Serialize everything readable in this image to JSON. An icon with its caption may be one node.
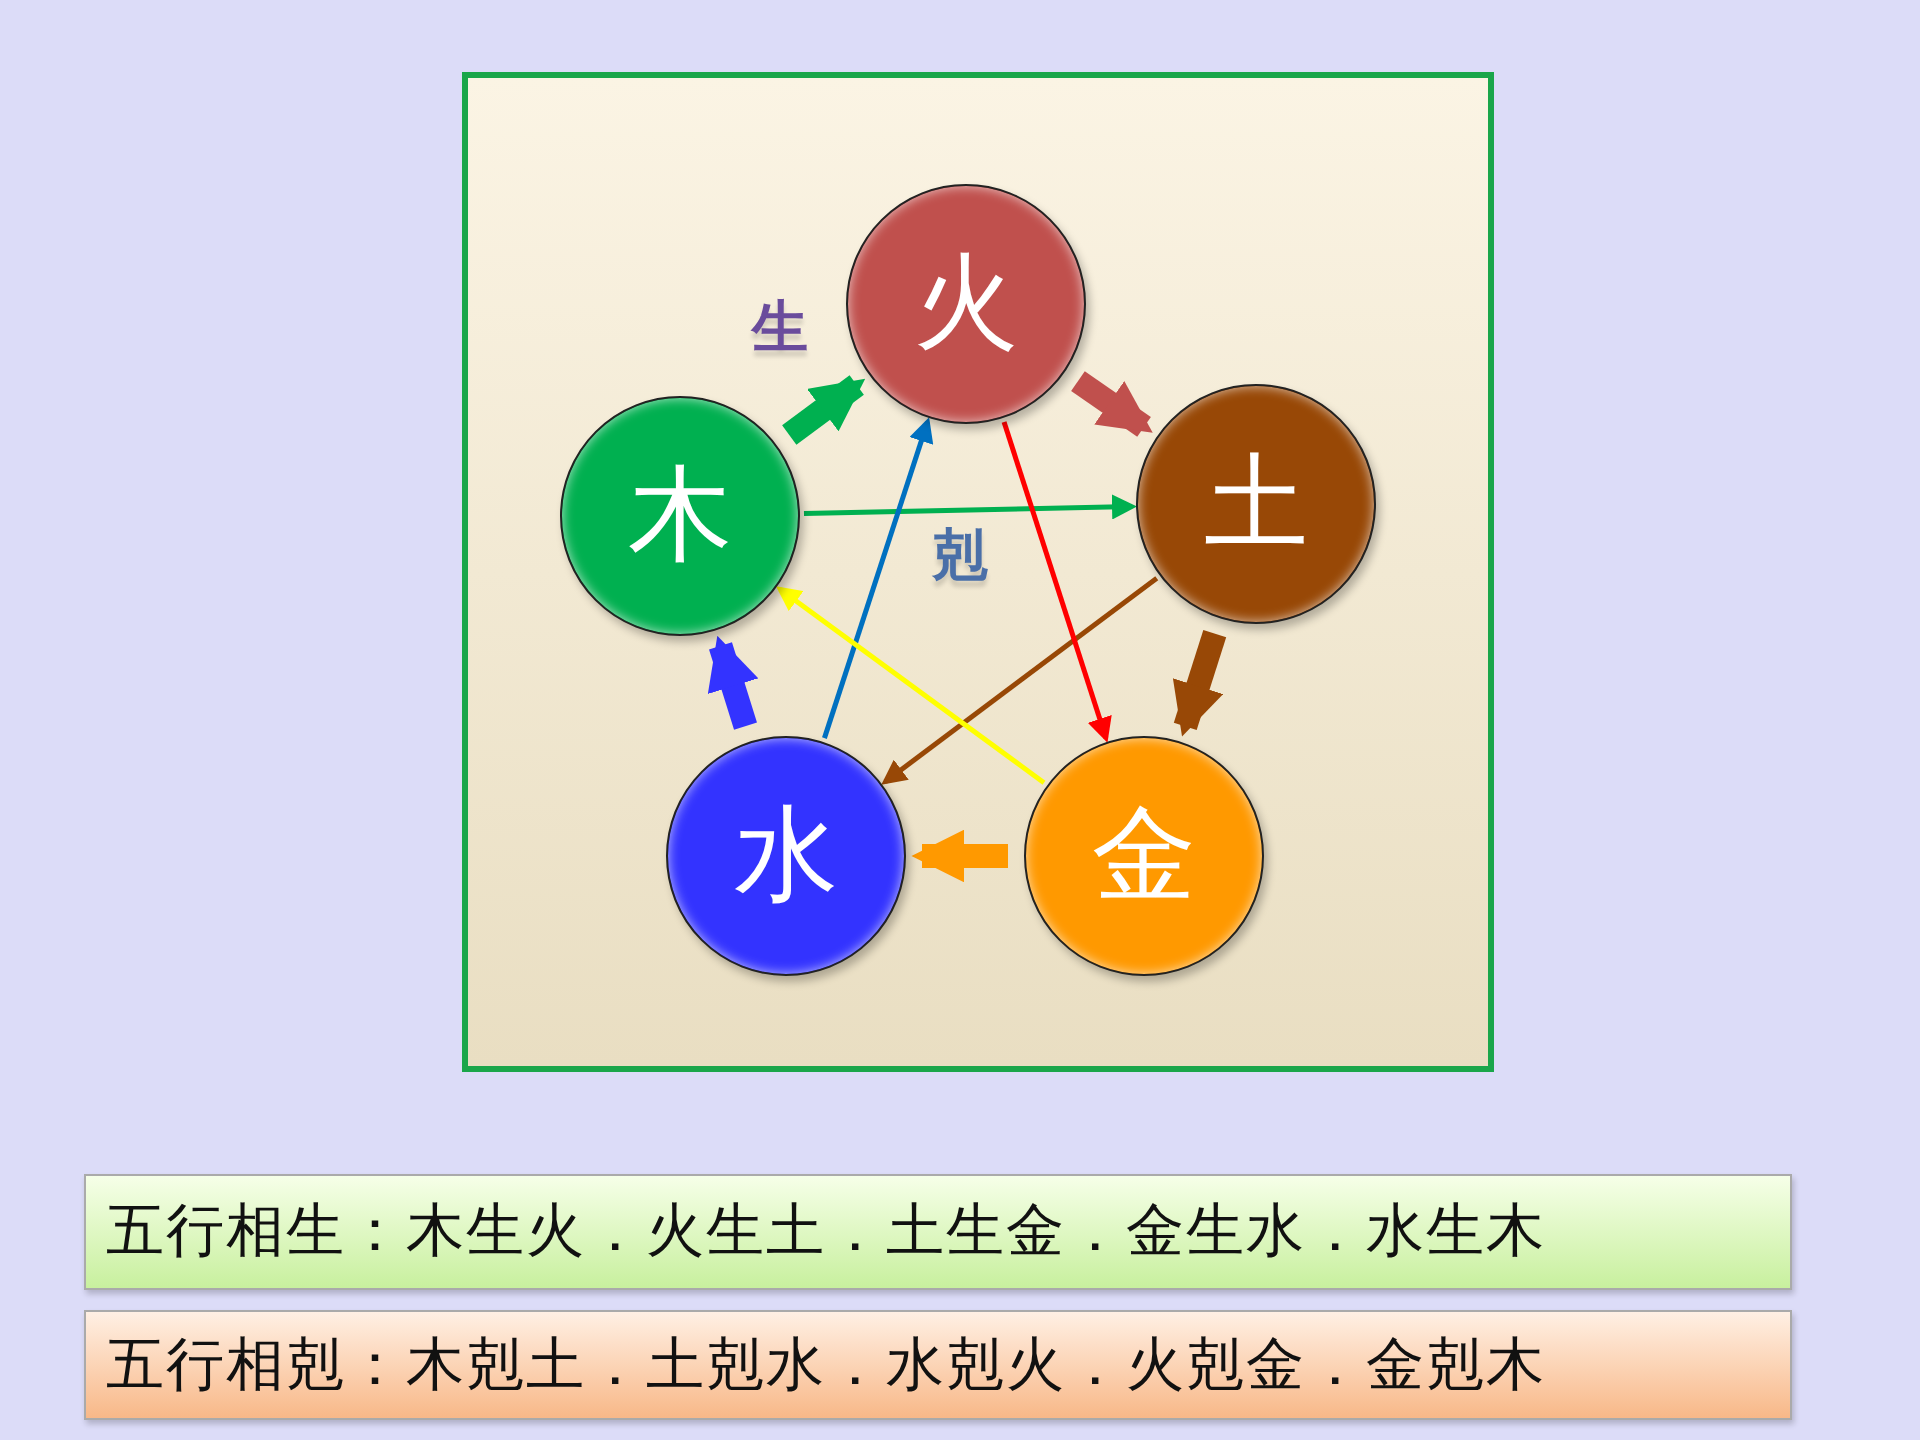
{
  "diagram": {
    "nodes": [
      {
        "text": [
          "火"
        ]
      },
      {
        "text": [
          "土"
        ]
      },
      {
        "text": [
          "金"
        ]
      },
      {
        "text": [
          "水"
        ]
      },
      {
        "text": [
          "木"
        ]
      },
      {
        "text": [
          "五行相生：木生火．火生土．土生金．金生水．水生木"
        ]
      },
      {
        "text": [
          "五行相剋：木剋土．土剋水．水剋火．火剋金．金剋木"
        ]
      }
    ],
    "edges": [
      {
        "from": 0,
        "to": 1,
        "arrow": "to",
        "style": "thick",
        "color": "#c0504d"
      },
      {
        "from": 1,
        "to": 2,
        "arrow": "to",
        "style": "thick",
        "color": "#984806"
      },
      {
        "from": 2,
        "to": 3,
        "arrow": "to",
        "style": "thick",
        "color": "#ff9900"
      },
      {
        "from": 3,
        "to": 4,
        "arrow": "to",
        "style": "thick",
        "color": "#3333ff"
      },
      {
        "from": 4,
        "to": 0,
        "arrow": "to",
        "style": "thick",
        "color": "#00b050"
      },
      {
        "from": 4,
        "to": 1,
        "arrow": "to",
        "color": "#00b050"
      },
      {
        "from": 1,
        "to": 3,
        "arrow": "to",
        "color": "#984806"
      },
      {
        "from": 3,
        "to": 0,
        "arrow": "to",
        "color": "#0070c0"
      },
      {
        "from": 0,
        "to": 2,
        "arrow": "to",
        "color": "#ff0000"
      },
      {
        "from": 2,
        "to": 4,
        "arrow": "to",
        "color": "#ffff00"
      }
    ],
    "labels": [
      "生",
      "剋"
    ]
  }
}
